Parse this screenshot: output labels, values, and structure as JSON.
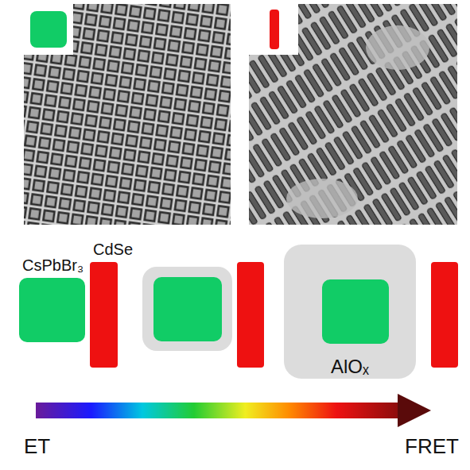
{
  "diagram": {
    "nodes": [
      {
        "text": [
          "CsPbBr₃"
        ]
      },
      {
        "text": [
          "CdSe"
        ]
      },
      {
        "text": [
          "AlOₓ"
        ]
      }
    ],
    "labels": [
      "ET",
      "FRET"
    ]
  }
}
